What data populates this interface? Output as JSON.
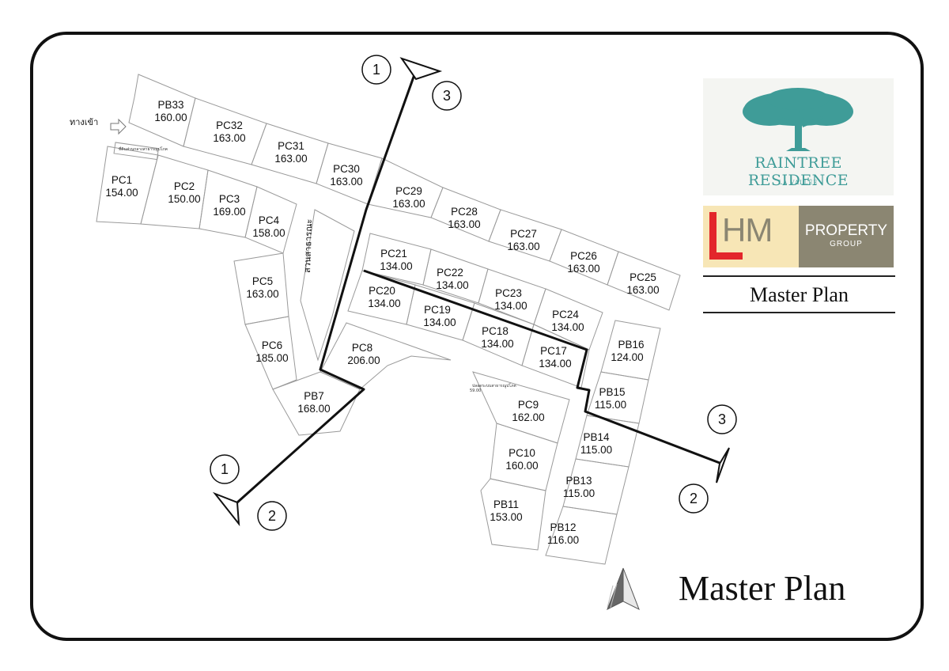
{
  "plots": [
    {
      "id": "PB33",
      "area": "160.00"
    },
    {
      "id": "PC32",
      "area": "163.00"
    },
    {
      "id": "PC31",
      "area": "163.00"
    },
    {
      "id": "PC30",
      "area": "163.00"
    },
    {
      "id": "PC29",
      "area": "163.00"
    },
    {
      "id": "PC28",
      "area": "163.00"
    },
    {
      "id": "PC27",
      "area": "163.00"
    },
    {
      "id": "PC26",
      "area": "163.00"
    },
    {
      "id": "PC25",
      "area": "163.00"
    },
    {
      "id": "PC1",
      "area": "154.00"
    },
    {
      "id": "PC2",
      "area": "150.00"
    },
    {
      "id": "PC3",
      "area": "169.00"
    },
    {
      "id": "PC4",
      "area": "158.00"
    },
    {
      "id": "PC5",
      "area": "163.00"
    },
    {
      "id": "PC6",
      "area": "185.00"
    },
    {
      "id": "PB7",
      "area": "168.00"
    },
    {
      "id": "PC8",
      "area": "206.00"
    },
    {
      "id": "PC9",
      "area": "162.00"
    },
    {
      "id": "PC10",
      "area": "160.00"
    },
    {
      "id": "PB11",
      "area": "153.00"
    },
    {
      "id": "PB12",
      "area": "116.00"
    },
    {
      "id": "PB13",
      "area": "115.00"
    },
    {
      "id": "PB14",
      "area": "115.00"
    },
    {
      "id": "PB15",
      "area": "115.00"
    },
    {
      "id": "PB16",
      "area": "124.00"
    },
    {
      "id": "PC17",
      "area": "134.00"
    },
    {
      "id": "PC18",
      "area": "134.00"
    },
    {
      "id": "PC19",
      "area": "134.00"
    },
    {
      "id": "PC20",
      "area": "134.00"
    },
    {
      "id": "PC21",
      "area": "134.00"
    },
    {
      "id": "PC22",
      "area": "134.00"
    },
    {
      "id": "PC23",
      "area": "134.00"
    },
    {
      "id": "PC24",
      "area": "134.00"
    }
  ],
  "labels": {
    "entrance": "ทางเข้า",
    "public_park": "สวนสาธารณะ",
    "small_note_1": "ที่ดินส่วนกลางสาธารณูปโภค",
    "small_note_2": "ปลอดระบบสาธารณูปโภค",
    "small_note_2b": "59.00"
  },
  "section_markers": [
    "1",
    "3",
    "1",
    "2",
    "3",
    "2"
  ],
  "logo": {
    "name": "RAINTREE RESIDENCE",
    "sub": "LA VALLÉE",
    "lhm_letters": "HM",
    "property": "PROPERTY",
    "group": "GROUP",
    "brand_teal": "#3f9c98",
    "brand_red": "#e3262b",
    "brand_taupe": "#8b8672"
  },
  "titles": {
    "box_title": "Master Plan",
    "main_title": "Master Plan"
  },
  "icons": [
    "north-arrow-icon",
    "tree-icon",
    "entrance-arrow-icon"
  ]
}
